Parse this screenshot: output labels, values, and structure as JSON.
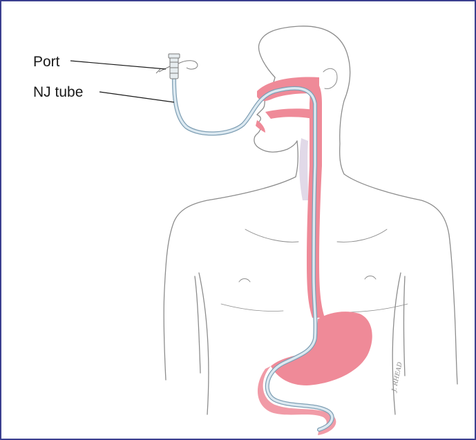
{
  "labels": {
    "port": "Port",
    "nj_tube": "NJ tube"
  },
  "signature": "J. RHEAD",
  "colors": {
    "border": "#3a3f8f",
    "outline": "#8c8c8c",
    "digestive_tract": "#ef8a98",
    "tract_dark": "#c9566b",
    "tube": "#c8dce8",
    "tube_edge": "#7f9fb4",
    "label_text": "#1a1a1a"
  }
}
